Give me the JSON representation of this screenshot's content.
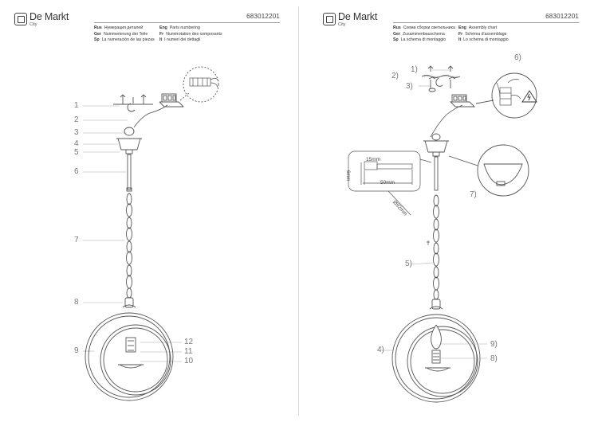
{
  "left": {
    "brand": "De Markt",
    "brand_sub": "City",
    "code": "683012201",
    "langs": [
      {
        "code": "Rus",
        "text": "Нумерация деталей"
      },
      {
        "code": "Eng",
        "text": "Parts numbering"
      },
      {
        "code": "Ger",
        "text": "Nummerierung der Teile"
      },
      {
        "code": "Fr",
        "text": "Numérotation des composants"
      },
      {
        "code": "Sp",
        "text": "La numeración de las piezas"
      },
      {
        "code": "It",
        "text": "I numeri dei dettagli"
      }
    ],
    "labels": [
      "1",
      "2",
      "3",
      "4",
      "5",
      "6",
      "7",
      "8",
      "9",
      "12",
      "11",
      "10"
    ]
  },
  "right": {
    "brand": "De Markt",
    "brand_sub": "City",
    "code": "683012201",
    "langs": [
      {
        "code": "Rus",
        "text": "Схема сборки светильника"
      },
      {
        "code": "Eng",
        "text": "Assembly chart"
      },
      {
        "code": "Ger",
        "text": "Zusammenbauschema"
      },
      {
        "code": "Fr",
        "text": "Schéma d'assemblage"
      },
      {
        "code": "Sp",
        "text": "La schema di montaggio"
      },
      {
        "code": "It",
        "text": "Lo schema di montaggio"
      }
    ],
    "labels": [
      "1)",
      "2)",
      "3)",
      "6)",
      "7)",
      "5)",
      "4)",
      "9)",
      "8)"
    ],
    "dims": {
      "d1": "15mm",
      "d2": "50mm",
      "d3": "6mm",
      "d4": "Ø92mm"
    }
  }
}
